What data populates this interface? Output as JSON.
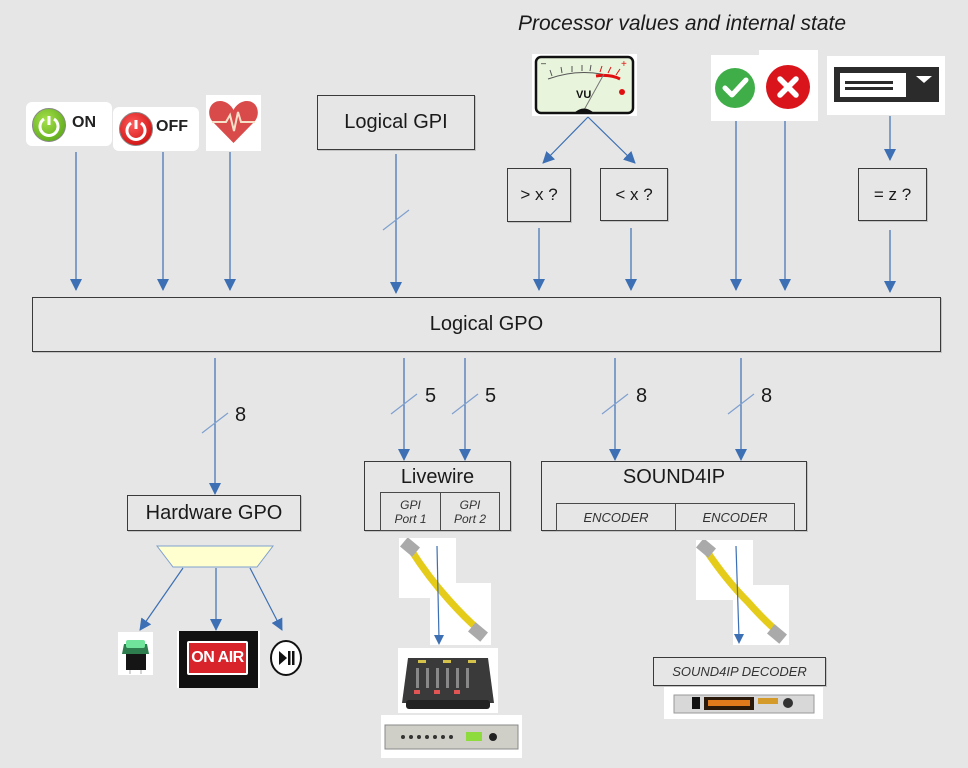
{
  "title": "Processor values and internal state",
  "colors": {
    "background": "#e6e6e6",
    "wire": "#3c6fb4",
    "box_border": "#3a3a3a",
    "funnel_fill": "#ffffd0"
  },
  "sources": {
    "on_button": {
      "label": "ON",
      "icon": "power-on-icon"
    },
    "off_button": {
      "label": "OFF",
      "icon": "power-off-icon"
    },
    "heartbeat": {
      "icon": "heartbeat-icon"
    },
    "logical_gpi": "Logical GPI",
    "vu_meter": {
      "label": "VU",
      "icon": "vu-meter-icon"
    },
    "compare_gt": "> x ?",
    "compare_lt": "< x ?",
    "ok_state": {
      "icon": "checkmark-icon"
    },
    "error_state": {
      "icon": "error-x-icon"
    },
    "dropdown_value": {
      "icon": "dropdown-select-icon"
    },
    "compare_eq": "= z ?"
  },
  "logical_gpo": "Logical GPO",
  "bus_widths": {
    "hardware": "8",
    "livewire_port1": "5",
    "livewire_port2": "5",
    "sound4ip_enc1": "8",
    "sound4ip_enc2": "8"
  },
  "outputs": {
    "hardware_gpo": {
      "label": "Hardware GPO",
      "devices": [
        {
          "icon": "illuminated-push-button-icon"
        },
        {
          "label": "ON AIR",
          "icon": "on-air-sign-icon"
        },
        {
          "icon": "play-pause-icon"
        }
      ]
    },
    "livewire": {
      "label": "Livewire",
      "ports": [
        "GPI\nPort 1",
        "GPI\nPort 2"
      ],
      "port1_line1": "GPI",
      "port1_line2": "Port 1",
      "port2_line1": "GPI",
      "port2_line2": "Port 2",
      "devices": [
        {
          "icon": "ethernet-cable-icon"
        },
        {
          "icon": "mixing-console-icon"
        },
        {
          "icon": "rack-unit-icon"
        }
      ]
    },
    "sound4ip": {
      "label": "SOUND4IP",
      "encoders": [
        "ENCODER",
        "ENCODER"
      ],
      "decoder_label": "SOUND4IP DECODER",
      "devices": [
        {
          "icon": "ethernet-cable-icon"
        },
        {
          "icon": "decoder-rack-icon"
        }
      ]
    }
  }
}
